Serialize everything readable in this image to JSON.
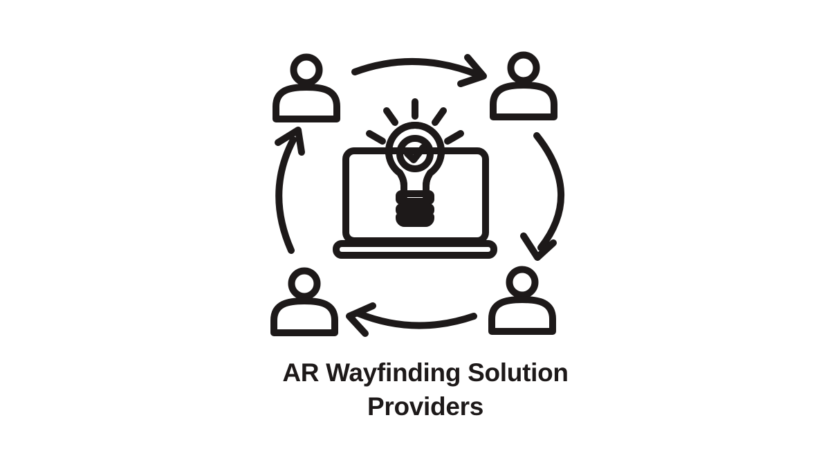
{
  "colors": {
    "bg": "#ffffff",
    "ink": "#1d1919"
  },
  "caption": {
    "line1": "AR Wayfinding Solution",
    "line2": "Providers",
    "full_text": "AR Wayfinding Solution Providers"
  },
  "diagram": {
    "description": "Four user icons connected by curved arrows in a clockwise cycle around a laptop with an idea lightbulb containing a checkmark",
    "nodes": [
      {
        "id": "user-top-left",
        "icon": "user-icon",
        "position": "top-left"
      },
      {
        "id": "user-top-right",
        "icon": "user-icon",
        "position": "top-right"
      },
      {
        "id": "user-bottom-right",
        "icon": "user-icon",
        "position": "bottom-right"
      },
      {
        "id": "user-bottom-left",
        "icon": "user-icon",
        "position": "bottom-left"
      },
      {
        "id": "laptop-idea",
        "icon": "laptop-icon",
        "position": "center"
      },
      {
        "id": "idea-bulb",
        "icon": "lightbulb-check-icon",
        "position": "center-top"
      }
    ],
    "arrows": [
      {
        "from": "user-top-left",
        "to": "user-top-right",
        "edge": "top",
        "direction": "right"
      },
      {
        "from": "user-top-right",
        "to": "user-bottom-right",
        "edge": "right",
        "direction": "down"
      },
      {
        "from": "user-bottom-right",
        "to": "user-bottom-left",
        "edge": "bottom",
        "direction": "left"
      },
      {
        "from": "user-bottom-left",
        "to": "user-top-left",
        "edge": "left",
        "direction": "up"
      }
    ],
    "flow": "clockwise"
  }
}
